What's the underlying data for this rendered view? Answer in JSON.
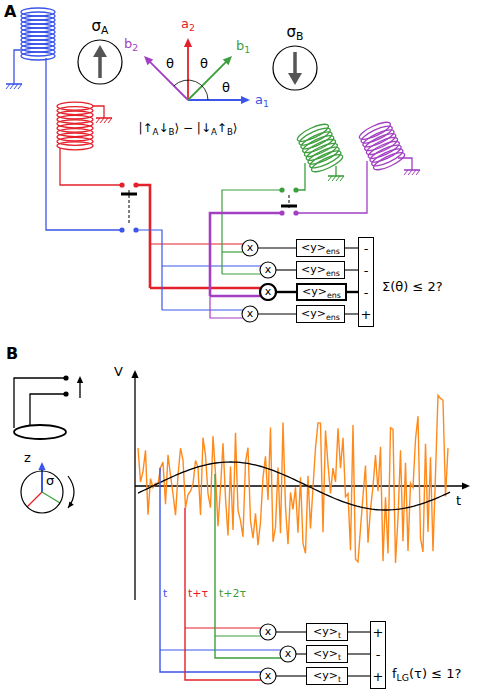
{
  "diagram": {
    "nodes": [
      {
        "text": [
          "σA"
        ]
      },
      {
        "text": [
          "σB"
        ]
      },
      {
        "text": [
          "x"
        ]
      },
      {
        "text": [
          "x"
        ]
      },
      {
        "text": [
          "x"
        ]
      },
      {
        "text": [
          "x"
        ]
      },
      {
        "text": [
          "<y>ens"
        ]
      },
      {
        "text": [
          "<y>ens"
        ]
      },
      {
        "text": [
          "<y>ens"
        ]
      },
      {
        "text": [
          "<y>ens"
        ]
      },
      {
        "text": [
          "-",
          "-",
          "-",
          "+"
        ]
      },
      {
        "text": [
          "σ"
        ]
      },
      {
        "text": [
          "x"
        ]
      },
      {
        "text": [
          "x"
        ]
      },
      {
        "text": [
          "x"
        ]
      },
      {
        "text": [
          "<y>t"
        ]
      },
      {
        "text": [
          "<y>t"
        ]
      },
      {
        "text": [
          "<y>t"
        ]
      },
      {
        "text": [
          "+",
          "-",
          "+"
        ]
      }
    ],
    "edges": [
      {
        "from": 2,
        "to": 6,
        "arrow": "none"
      },
      {
        "from": 3,
        "to": 7,
        "arrow": "none"
      },
      {
        "from": 4,
        "to": 8,
        "arrow": "none"
      },
      {
        "from": 5,
        "to": 9,
        "arrow": "none"
      },
      {
        "from": 6,
        "to": 10,
        "arrow": "none"
      },
      {
        "from": 7,
        "to": 10,
        "arrow": "none"
      },
      {
        "from": 8,
        "to": 10,
        "arrow": "none"
      },
      {
        "from": 9,
        "to": 10,
        "arrow": "none"
      },
      {
        "from": 12,
        "to": 15,
        "arrow": "none"
      },
      {
        "from": 13,
        "to": 16,
        "arrow": "none"
      },
      {
        "from": 14,
        "to": 17,
        "arrow": "none"
      },
      {
        "from": 15,
        "to": 18,
        "arrow": "none"
      },
      {
        "from": 16,
        "to": 18,
        "arrow": "none"
      },
      {
        "from": 17,
        "to": 18,
        "arrow": "none"
      }
    ],
    "labels": [
      "A",
      "a2",
      "b1",
      "b2",
      "a1",
      "θ",
      "θ",
      "θ",
      "|↑A↓B⟩ − |↓A↑B⟩",
      "Σ(θ) ≤ 2?",
      "B",
      "V",
      "z",
      "t",
      "t",
      "t+τ",
      "t+2τ",
      "fLG(τ) ≤ 1?"
    ]
  }
}
